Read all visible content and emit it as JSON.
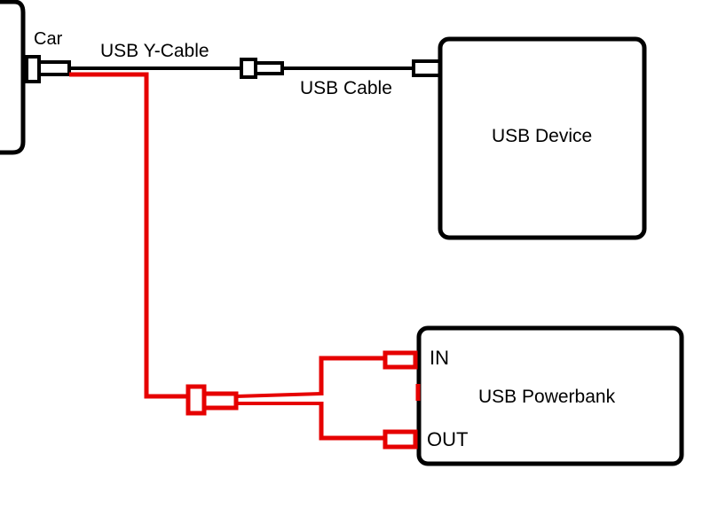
{
  "colors": {
    "black_cable": "#000000",
    "red_cable": "#e60000",
    "background": "#ffffff"
  },
  "labels": {
    "car": "Car",
    "y_cable": "USB Y-Cable",
    "usb_cable": "USB Cable",
    "usb_device": "USB Device",
    "powerbank": "USB Powerbank",
    "in_port": "IN",
    "out_port": "OUT"
  }
}
